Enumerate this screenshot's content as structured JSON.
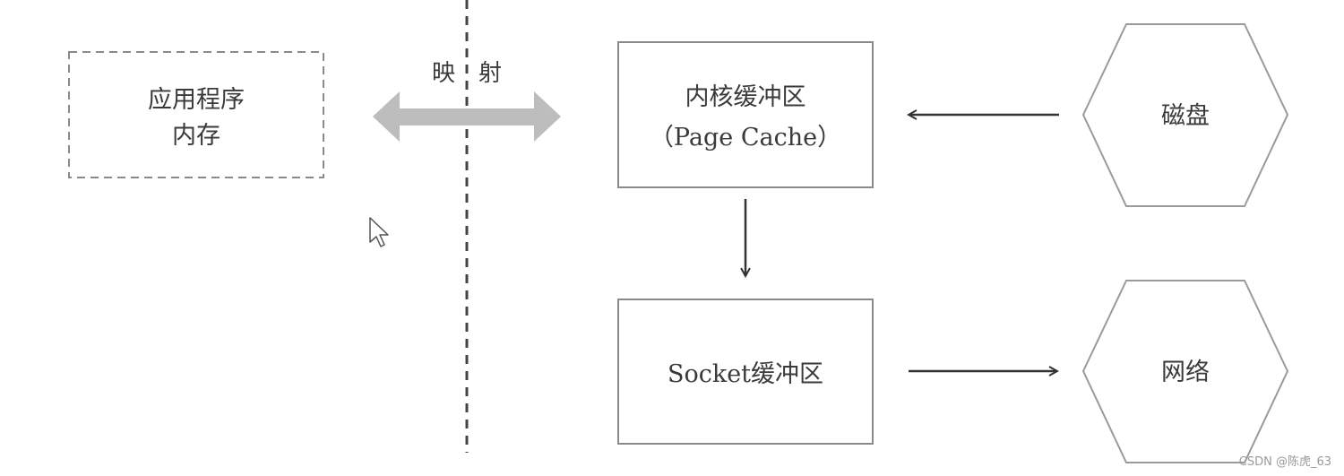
{
  "nodes": {
    "app_memory": {
      "line1": "应用程序",
      "line2": "内存"
    },
    "page_cache": {
      "line1": "内核缓冲区",
      "line2": "（Page Cache）"
    },
    "socket_buffer": {
      "label": "Socket缓冲区"
    },
    "disk": {
      "label": "磁盘"
    },
    "network": {
      "label": "网络"
    }
  },
  "mapping_label": {
    "left": "映",
    "right": "射"
  },
  "watermark": "CSDN @陈虎_63"
}
